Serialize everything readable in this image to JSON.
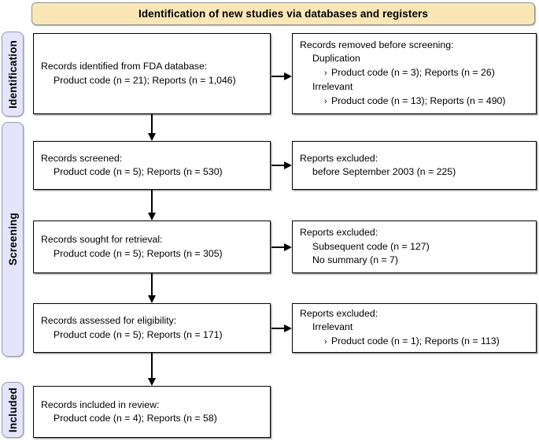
{
  "banner": {
    "title": "Identification of new studies via databases and registers",
    "fill_color": "#FBE6B6"
  },
  "stages": [
    {
      "id": "identification",
      "label": "Identification"
    },
    {
      "id": "screening",
      "label": "Screening"
    },
    {
      "id": "included",
      "label": "Included"
    }
  ],
  "stage_fill_color": "#E4E4FB",
  "boxes": {
    "identified": {
      "lines": [
        {
          "text": "Records identified from FDA database:",
          "indent": 0,
          "bullet": false
        },
        {
          "text": "Product code (n = 21); Reports (n = 1,046)",
          "indent": 1,
          "bullet": false
        }
      ]
    },
    "removed": {
      "lines": [
        {
          "text": "Records removed before screening:",
          "indent": 0,
          "bullet": false
        },
        {
          "text": "Duplication",
          "indent": 1,
          "bullet": false
        },
        {
          "text": "Product code (n = 3); Reports (n = 26)",
          "indent": 2,
          "bullet": true
        },
        {
          "text": "Irrelevant",
          "indent": 1,
          "bullet": false
        },
        {
          "text": "Product code (n = 13); Reports (n = 490)",
          "indent": 2,
          "bullet": true
        }
      ]
    },
    "screened": {
      "lines": [
        {
          "text": "Records screened:",
          "indent": 0,
          "bullet": false
        },
        {
          "text": "Product code (n = 5); Reports (n = 530)",
          "indent": 1,
          "bullet": false
        }
      ]
    },
    "excluded_1": {
      "lines": [
        {
          "text": "Reports excluded:",
          "indent": 0,
          "bullet": false
        },
        {
          "text": "before September 2003 (n = 225)",
          "indent": 1,
          "bullet": false
        }
      ]
    },
    "sought": {
      "lines": [
        {
          "text": "Records sought for retrieval:",
          "indent": 0,
          "bullet": false
        },
        {
          "text": "Product code (n = 5); Reports (n = 305)",
          "indent": 1,
          "bullet": false
        }
      ]
    },
    "excluded_2": {
      "lines": [
        {
          "text": "Reports excluded:",
          "indent": 0,
          "bullet": false
        },
        {
          "text": "Subsequent code (n = 127)",
          "indent": 1,
          "bullet": false
        },
        {
          "text": "No summary (n = 7)",
          "indent": 1,
          "bullet": false
        }
      ]
    },
    "assessed": {
      "lines": [
        {
          "text": "Records assessed for eligibility:",
          "indent": 0,
          "bullet": false
        },
        {
          "text": "Product code (n = 5); Reports (n = 171)",
          "indent": 1,
          "bullet": false
        }
      ]
    },
    "excluded_3": {
      "lines": [
        {
          "text": "Reports excluded:",
          "indent": 0,
          "bullet": false
        },
        {
          "text": "Irrelevant",
          "indent": 1,
          "bullet": false
        },
        {
          "text": "Product code (n = 1); Reports (n = 113)",
          "indent": 2,
          "bullet": true
        }
      ]
    },
    "included": {
      "lines": [
        {
          "text": "Records included in review:",
          "indent": 0,
          "bullet": false
        },
        {
          "text": "Product code (n = 4); Reports (n = 58)",
          "indent": 1,
          "bullet": false
        }
      ]
    }
  },
  "bullet_glyph": "›"
}
